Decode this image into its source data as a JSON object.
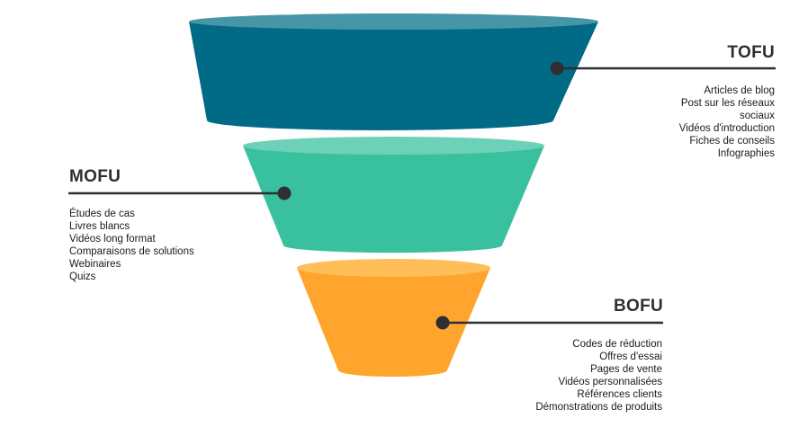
{
  "colors": {
    "tofu_body": "#016a87",
    "tofu_top": "#4696a8",
    "mofu_body": "#39c19f",
    "mofu_top": "#6dd1b7",
    "bofu_body": "#ffa52e",
    "bofu_top": "#ffbe57",
    "line": "#2f2f33"
  },
  "stages": {
    "tofu": {
      "title": "TOFU",
      "items": [
        "Articles de blog",
        "Post sur les réseaux",
        "sociaux",
        "Vidéos d'introduction",
        "Fiches de conseils",
        "Infographies"
      ]
    },
    "mofu": {
      "title": "MOFU",
      "items": [
        "Études de cas",
        "Livres blancs",
        "Vidéos long format",
        "Comparaisons de solutions",
        "Webinaires",
        "Quizs"
      ]
    },
    "bofu": {
      "title": "BOFU",
      "items": [
        "Codes de réduction",
        "Offres d'essai",
        "Pages de vente",
        "Vidéos personnalisées",
        "Références clients",
        "Démonstrations de produits"
      ]
    }
  }
}
